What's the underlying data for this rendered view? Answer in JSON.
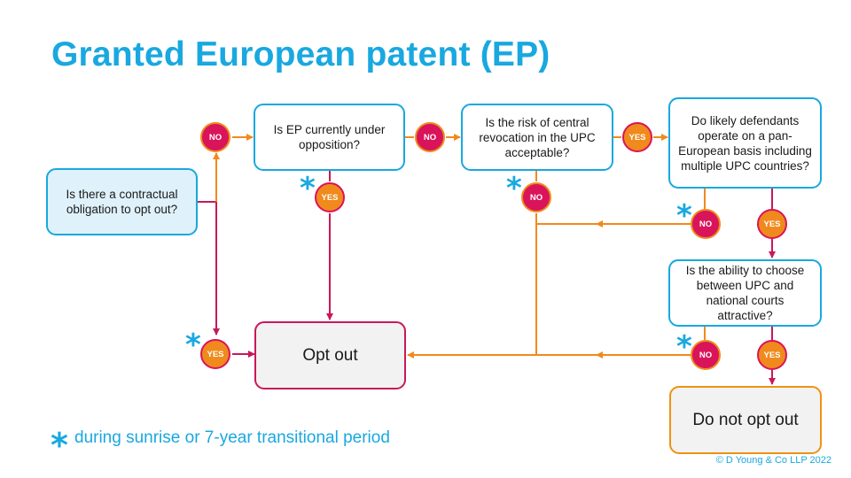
{
  "title": "Granted European patent (EP)",
  "questions": {
    "contractual": "Is there a contractual obligation to opt out?",
    "opposition": "Is EP currently under opposition?",
    "revocation": "Is the risk of central revocation in the UPC acceptable?",
    "defendants": "Do likely defendants operate on a pan-European basis including multiple UPC countries?",
    "choose_courts": "Is the ability to choose between UPC and national courts attractive?"
  },
  "outcomes": {
    "opt_out": "Opt out",
    "do_not_opt_out": "Do not opt out"
  },
  "badges": {
    "no": "NO",
    "yes": "YES"
  },
  "star_symbol": "*",
  "footnote": "during sunrise or 7-year transitional period",
  "copyright": "© D Young & Co LLP 2022",
  "colors": {
    "blue": "#19a8e0",
    "magenta": "#d9145a",
    "orange": "#f08a1c"
  }
}
